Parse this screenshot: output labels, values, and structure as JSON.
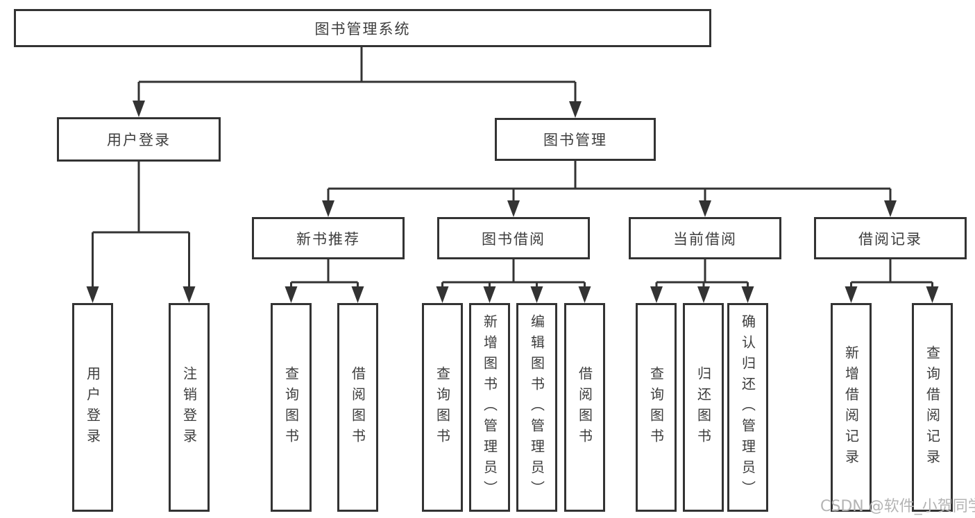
{
  "tree": {
    "label": "图书管理系统",
    "children": [
      {
        "label": "用户登录",
        "children": [
          {
            "label": "用户登录"
          },
          {
            "label": "注销登录"
          }
        ]
      },
      {
        "label": "图书管理",
        "children": [
          {
            "label": "新书推荐",
            "children": [
              {
                "label": "查询图书"
              },
              {
                "label": "借阅图书"
              }
            ]
          },
          {
            "label": "图书借阅",
            "children": [
              {
                "label": "查询图书"
              },
              {
                "label": "新增图书（管理员）"
              },
              {
                "label": "编辑图书（管理员）"
              },
              {
                "label": "借阅图书"
              }
            ]
          },
          {
            "label": "当前借阅",
            "children": [
              {
                "label": "查询图书"
              },
              {
                "label": "归还图书"
              },
              {
                "label": "确认归还（管理员）"
              }
            ]
          },
          {
            "label": "借阅记录",
            "children": [
              {
                "label": "新增借阅记录"
              },
              {
                "label": "查询借阅记录"
              }
            ]
          }
        ]
      }
    ]
  },
  "watermark": {
    "text": "CSDN @软件_小贺同学"
  },
  "colors": {
    "line": "#333333",
    "node_border": "#333333",
    "node_text": "#3d3d3d",
    "watermark_text": "#b4b4b4",
    "background": "#ffffff"
  }
}
